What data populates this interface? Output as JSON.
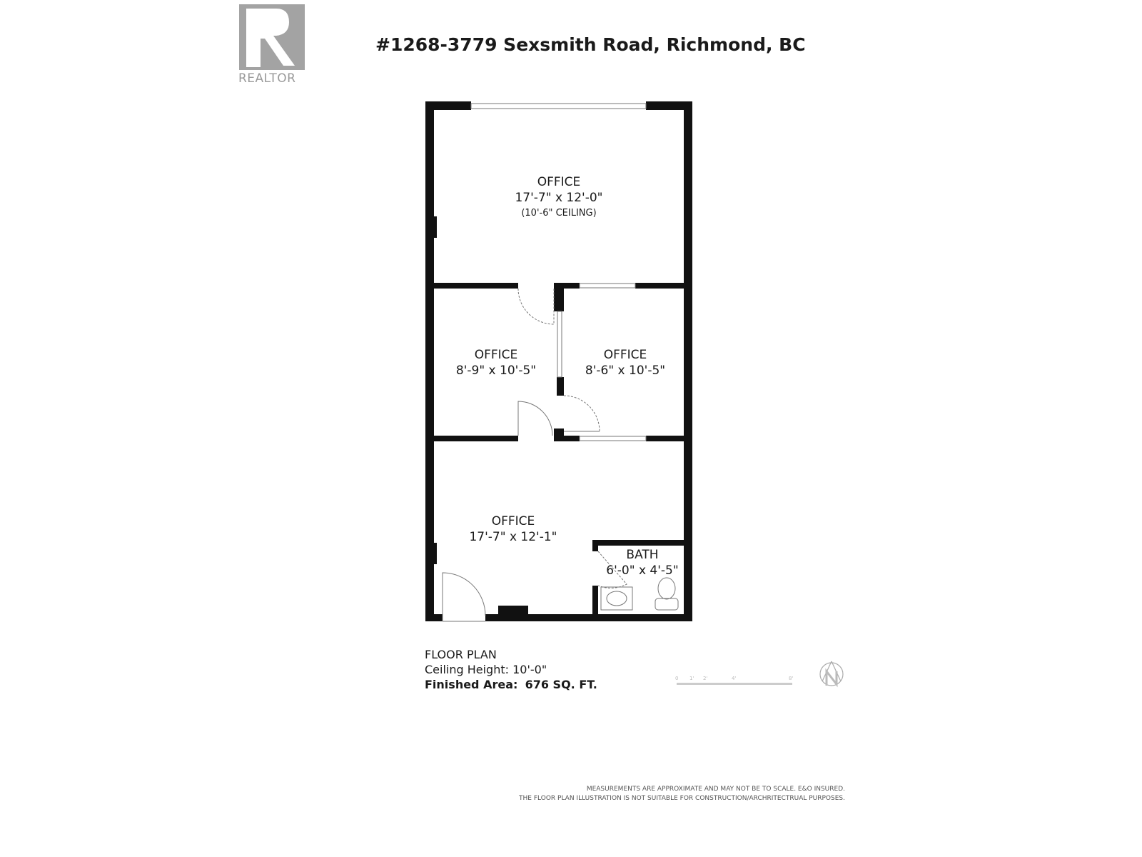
{
  "logo": {
    "brand": "REALTOR",
    "icon": "realtor-r-logo"
  },
  "title": "#1268-3779 Sexsmith Road, Richmond, BC",
  "rooms": [
    {
      "name": "OFFICE",
      "dims": "17'-7\" x 12'-0\"",
      "note": "(10'-6\" CEILING)"
    },
    {
      "name": "OFFICE",
      "dims": "8'-9\" x 10'-5\""
    },
    {
      "name": "OFFICE",
      "dims": "8'-6\" x 10'-5\""
    },
    {
      "name": "OFFICE",
      "dims": "17'-7\" x 12'-1\""
    },
    {
      "name": "BATH",
      "dims": "6'-0\" x 4'-5\""
    }
  ],
  "info": {
    "heading": "FLOOR PLAN",
    "ceiling": "Ceiling Height: 10'-0\"",
    "area_label": "Finished Area:",
    "area_value": "676 SQ. FT."
  },
  "scale_bar": {
    "ticks": [
      "0",
      "1'",
      "2'",
      "4'",
      "8'"
    ]
  },
  "compass": {
    "icon": "north-arrow-icon"
  },
  "disclaimer": [
    "MEASUREMENTS ARE APPROXIMATE AND MAY NOT BE TO SCALE. E&O INSURED.",
    "THE FLOOR PLAN ILLUSTRATION IS NOT SUITABLE FOR CONSTRUCTION/ARCHRITECTRUAL PURPOSES."
  ]
}
